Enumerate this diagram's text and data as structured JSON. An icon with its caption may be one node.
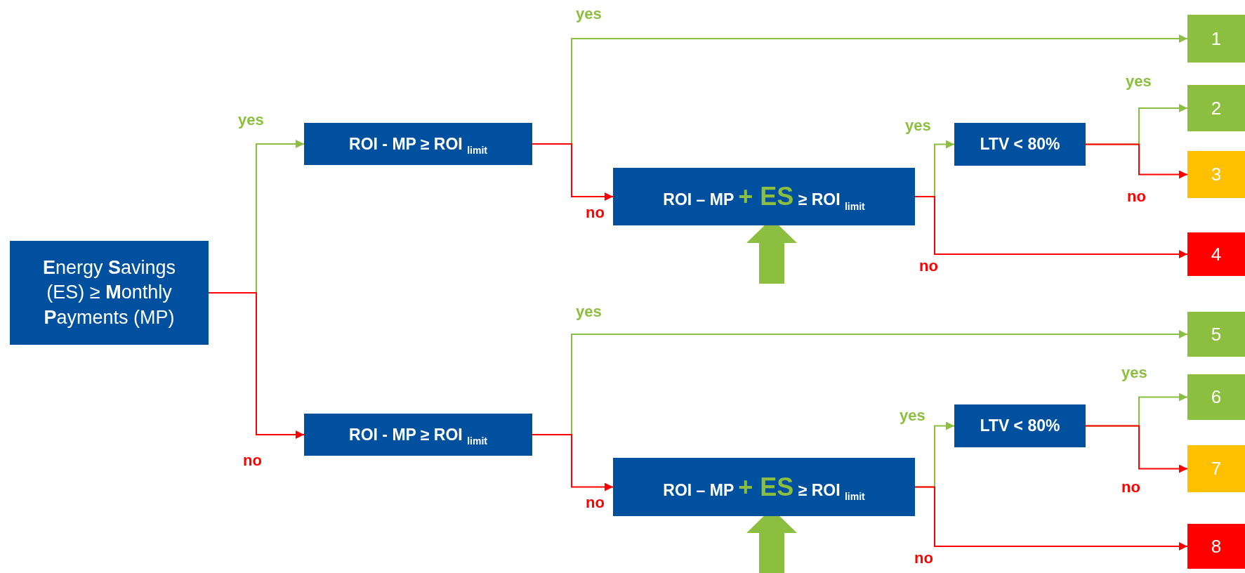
{
  "diagram": {
    "nodes": [
      {
        "text": [
          "**E**nergy **S**avings (ES) ≥ **M**onthly **P**ayments (MP)"
        ]
      },
      {
        "text": [
          "ROI - MP ≥ ROI $_{limit}$"
        ]
      },
      {
        "text": [
          "1"
        ]
      },
      {
        "text": [
          "ROI – MP **+ ES** ≥ ROI $_{limit}$"
        ]
      },
      {
        "text": [
          "LTV < 80%"
        ]
      },
      {
        "text": [
          "2"
        ]
      },
      {
        "text": [
          "3"
        ]
      },
      {
        "text": [
          "4"
        ]
      },
      {
        "text": [
          "ROI - MP ≥ ROI $_{limit}$"
        ]
      },
      {
        "text": [
          "5"
        ]
      },
      {
        "text": [
          "ROI – MP **+ ES** ≥ ROI $_{limit}$"
        ]
      },
      {
        "text": [
          "LTV < 80%"
        ]
      },
      {
        "text": [
          "6"
        ]
      },
      {
        "text": [
          "7"
        ]
      },
      {
        "text": [
          "8"
        ]
      }
    ],
    "edges": [
      {
        "from": 0,
        "to": 1,
        "arrow": "to",
        "label": "yes",
        "color": "#8cbf3f"
      },
      {
        "from": 0,
        "to": 8,
        "arrow": "to",
        "label": "no",
        "color": "#ff0000"
      },
      {
        "from": 1,
        "to": 2,
        "arrow": "to",
        "label": "yes",
        "color": "#8cbf3f"
      },
      {
        "from": 1,
        "to": 3,
        "arrow": "to",
        "label": "no",
        "color": "#ff0000"
      },
      {
        "from": 3,
        "to": 4,
        "arrow": "to",
        "label": "yes",
        "color": "#8cbf3f"
      },
      {
        "from": 3,
        "to": 7,
        "arrow": "to",
        "label": "no",
        "color": "#ff0000"
      },
      {
        "from": 4,
        "to": 5,
        "arrow": "to",
        "label": "yes",
        "color": "#8cbf3f"
      },
      {
        "from": 4,
        "to": 6,
        "arrow": "to",
        "label": "no",
        "color": "#ff0000"
      },
      {
        "from": 8,
        "to": 9,
        "arrow": "to",
        "label": "yes",
        "color": "#8cbf3f"
      },
      {
        "from": 8,
        "to": 10,
        "arrow": "to",
        "label": "no",
        "color": "#ff0000"
      },
      {
        "from": 10,
        "to": 11,
        "arrow": "to",
        "label": "yes",
        "color": "#8cbf3f"
      },
      {
        "from": 10,
        "to": 14,
        "arrow": "to",
        "label": "no",
        "color": "#ff0000"
      },
      {
        "from": 11,
        "to": 12,
        "arrow": "to",
        "label": "yes",
        "color": "#8cbf3f"
      },
      {
        "from": 11,
        "to": 13,
        "arrow": "to",
        "label": "no",
        "color": "#ff0000"
      }
    ]
  }
}
